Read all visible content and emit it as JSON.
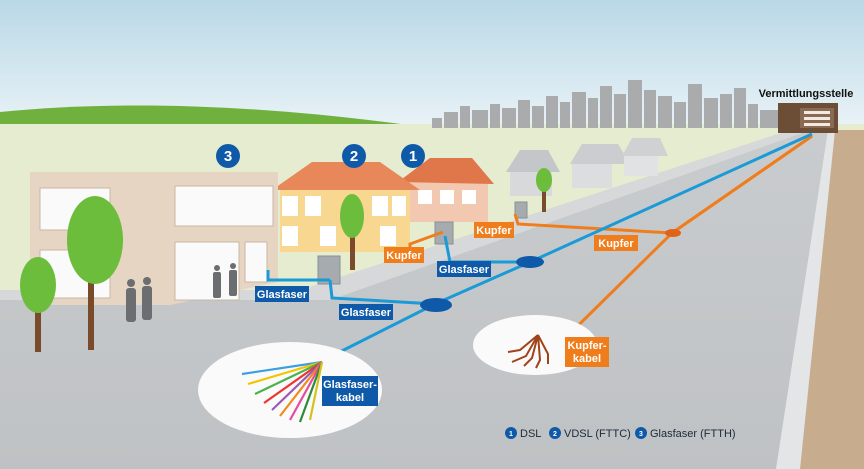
{
  "title": "",
  "exchange_label": "Vermittlungsstelle",
  "markers": {
    "house1": "1",
    "house2": "2",
    "house3": "3"
  },
  "labels": {
    "copper_1": "Kupfer",
    "copper_2": "Kupfer",
    "copper_3": "Kupfer",
    "fiber_1": "Glasfaser",
    "fiber_2": "Glasfaser",
    "fiber_3": "Glasfaser",
    "fiber_cable_line1": "Glasfaser-",
    "fiber_cable_line2": "kabel",
    "copper_cable_line1": "Kupfer-",
    "copper_cable_line2": "kabel"
  },
  "legend": [
    {
      "num": "1",
      "text": "DSL"
    },
    {
      "num": "2",
      "text": "VDSL (FTTC)"
    },
    {
      "num": "3",
      "text": "Glasfaser (FTTH)"
    }
  ],
  "colors": {
    "fiber": "#1a9ad6",
    "copper": "#f07d1c",
    "badge_blue": "#0f5aa8",
    "sky": "#cfe5ef"
  }
}
